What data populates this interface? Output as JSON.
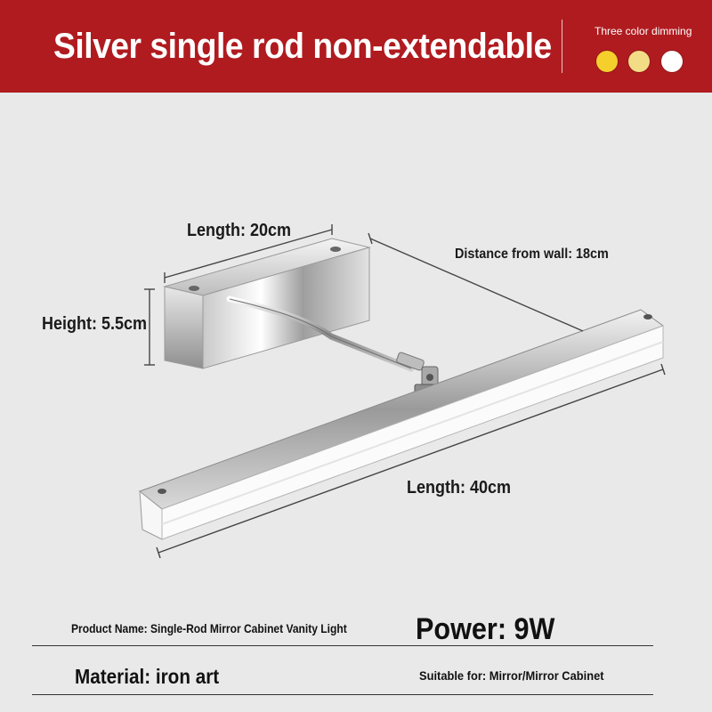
{
  "banner": {
    "title": "Silver single rod non-extendable",
    "dimming_label": "Three color dimming",
    "swatches": [
      {
        "name": "warm",
        "color": "#f5cf2c"
      },
      {
        "name": "neutral",
        "color": "#f3dc86"
      },
      {
        "name": "cool",
        "color": "#ffffff"
      }
    ]
  },
  "dimensions": {
    "base_length": "Length: 20cm",
    "height": "Height: 5.5cm",
    "wall_distance": "Distance from wall: 18cm",
    "bar_length": "Length: 40cm"
  },
  "specs": {
    "product_name": "Product Name: Single-Rod Mirror Cabinet Vanity Light",
    "power": "Power: 9W",
    "material": "Material: iron art",
    "suitable_for": "Suitable for: Mirror/Mirror Cabinet"
  },
  "colors": {
    "banner": "#b01b1f",
    "background": "#e9e9e9"
  }
}
